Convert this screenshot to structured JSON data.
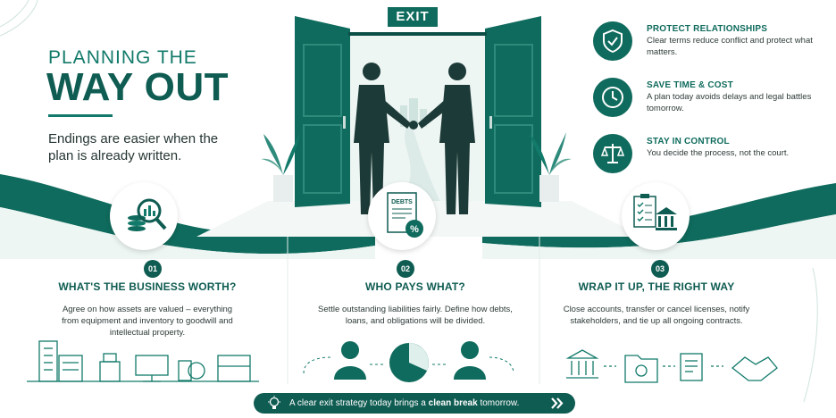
{
  "header": {
    "title_line1": "PLANNING THE",
    "title_line2": "WAY OUT",
    "subtitle": "Endings are easier when the plan is already written."
  },
  "exit_sign": "EXIT",
  "benefits": [
    {
      "title": "PROTECT RELATIONSHIPS",
      "desc": "Clear terms reduce conflict and protect what matters.",
      "icon": "shield-check-icon"
    },
    {
      "title": "SAVE TIME & COST",
      "desc": "A plan today avoids delays and legal battles tomorrow.",
      "icon": "clock-icon"
    },
    {
      "title": "STAY IN CONTROL",
      "desc": "You decide the process, not the court.",
      "icon": "scales-icon"
    }
  ],
  "steps": [
    {
      "num": "01",
      "title": "WHAT'S THE BUSINESS WORTH?",
      "desc": "Agree on how assets are valued – everything from equipment and inventory to goodwill and intellectual property."
    },
    {
      "num": "02",
      "title": "WHO PAYS WHAT?",
      "desc": "Settle outstanding liabilities fairly. Define how debts, loans, and obligations will be divided.",
      "doc_label": "DEBTS"
    },
    {
      "num": "03",
      "title": "WRAP IT UP, THE RIGHT WAY",
      "desc": "Close accounts, transfer or cancel licenses, notify stakeholders, and tie up all ongoing contracts."
    }
  ],
  "footer": {
    "text_before": "A clear exit strategy today brings a",
    "text_bold": "clean break",
    "text_after": "tomorrow."
  },
  "colors": {
    "primary": "#0f5c52",
    "accent": "#127a6a",
    "light": "#dff0ec"
  }
}
